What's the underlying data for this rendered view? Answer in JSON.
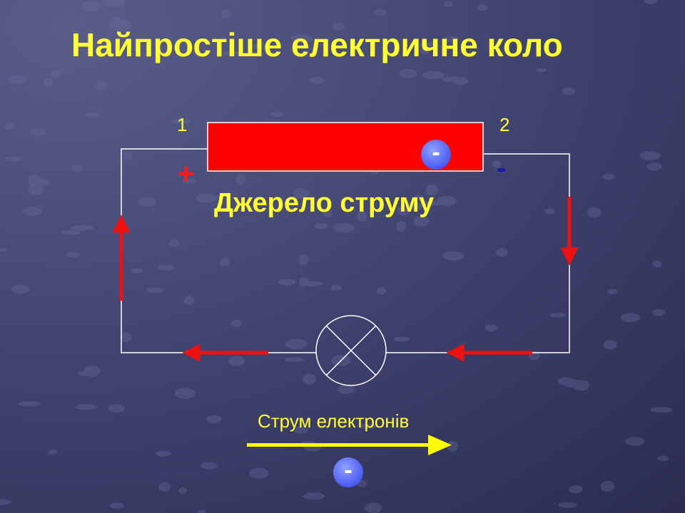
{
  "title": "Найпростіше електричне коло",
  "terminals": {
    "label_1": "1",
    "label_2": "2",
    "positive_sign": "+",
    "negative_sign": "-"
  },
  "source_label": "Джерело струму",
  "electron_sign": "-",
  "legend": {
    "text": "Струм електронів",
    "electron_sign": "-"
  },
  "colors": {
    "text": "#ffff33",
    "battery": "#ff0000",
    "arrows": "#ee1111",
    "wire": "#ffffff",
    "electron": "#4a5cf0",
    "legend_arrow": "#ffff00",
    "background": "#3d3f6b"
  }
}
